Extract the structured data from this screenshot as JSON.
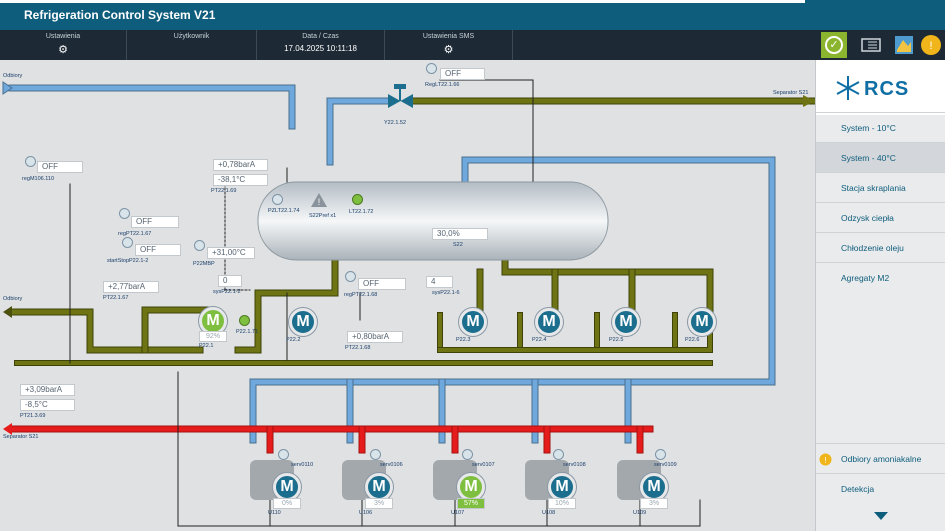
{
  "title": "Refrigeration Control System V21",
  "topbar": {
    "settings": "Ustawienia",
    "user": "Użytkownik",
    "datetime_label": "Data / Czas",
    "datetime_value": "17.04.2025 10:11:18",
    "sms_settings": "Ustawienia SMS"
  },
  "sidebar": {
    "logo_text": "RCS",
    "items": [
      "System - 10°C",
      "System - 40°C",
      "Stacja skraplania",
      "Odzysk ciepła",
      "Chłodzenie oleju",
      "Agregaty M2"
    ],
    "bottom": [
      "Odbiory amoniakalne",
      "Detekcja"
    ]
  },
  "diagram": {
    "odbiory_top": "Odbiory",
    "odbiory_mid": "Odbiory",
    "separator_s21_right": "Separator S21",
    "separator_s21_left": "Separator S21",
    "regLT": {
      "value": "OFF",
      "tag": "RegLT22.1.66"
    },
    "valve_y": "Y22.1.52",
    "regM": {
      "value": "OFF",
      "tag": "regM106.110"
    },
    "pressure1": {
      "value": "+0,78barA",
      "temp": "-38,1°C",
      "tag": "PT22.1.69"
    },
    "vessel_tags": {
      "pzl": "PZLT22.1.74",
      "s22": "S22Pref x1",
      "lt": "LT22.1.72"
    },
    "vessel_level": {
      "value": "30,0%",
      "tag": "S22"
    },
    "regP67": {
      "value": "OFF",
      "tag": "regPT22.1.67"
    },
    "startStop": {
      "value": "OFF",
      "tag": "startStopP22.1-2"
    },
    "temp_ind": {
      "value": "+31,00°C",
      "tag": "P22MBP"
    },
    "pt67": {
      "value": "+2,77barA",
      "tag": "PT22.1.67"
    },
    "sysP2": {
      "value": "0",
      "tag": "sysP22.1-2"
    },
    "regP68": {
      "value": "OFF",
      "tag": "regPT22.1.68"
    },
    "sysP6": {
      "value": "4",
      "tag": "sysP22.1-6"
    },
    "pt68": {
      "value": "+0,80barA",
      "tag": "PT22.1.68"
    },
    "pump_p221_pct": "92%",
    "pump_tags": [
      "P22.1",
      "P22.2",
      "P22.3",
      "P22.4",
      "P22.5",
      "P22.6"
    ],
    "pump_extra_tag": "P22.1.71",
    "pt69b": {
      "value": "+3,09barA",
      "temp": "-8,5°C",
      "tag": "PT21.3.69"
    },
    "compressors": [
      {
        "id": "U110",
        "serv": "serv0110",
        "pct": "0%"
      },
      {
        "id": "U106",
        "serv": "serv0106",
        "pct": "3%"
      },
      {
        "id": "U107",
        "serv": "serv0107",
        "pct": "57%"
      },
      {
        "id": "U108",
        "serv": "serv0108",
        "pct": "10%"
      },
      {
        "id": "U109",
        "serv": "serv0109",
        "pct": "3%"
      }
    ]
  },
  "colors": {
    "blue_pipe": "#6fa8dc",
    "olive_pipe": "#6e7413",
    "red_pipe": "#e61b1b",
    "accent": "#0f5d7c",
    "green": "#7fbf3f"
  }
}
